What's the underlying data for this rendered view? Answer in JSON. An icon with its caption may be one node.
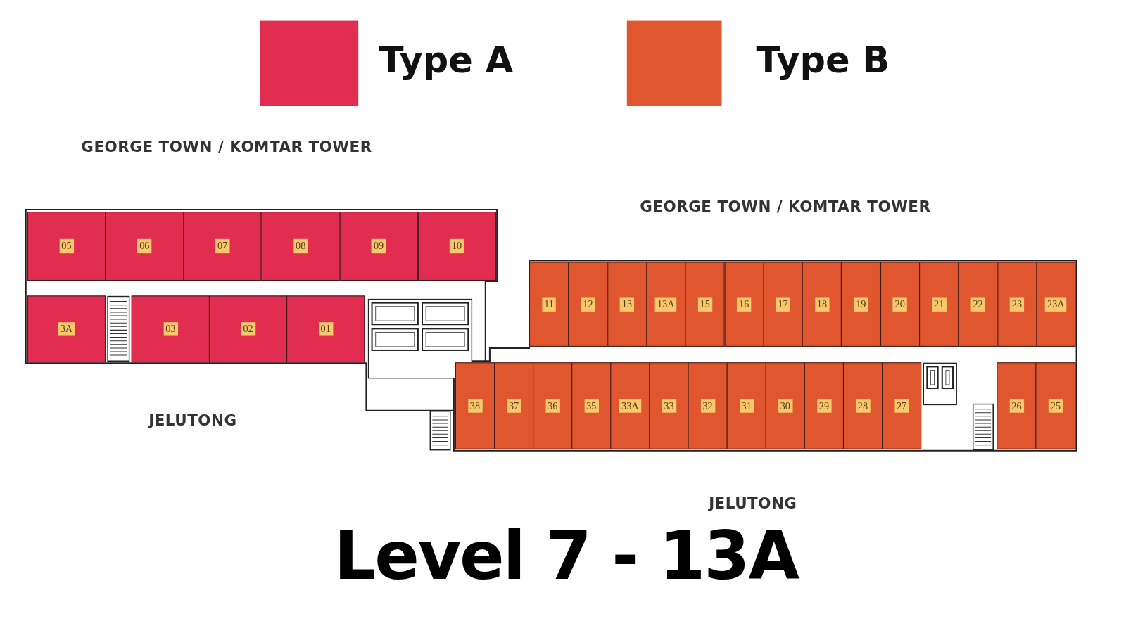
{
  "diagram": {
    "title": "Level 7 - 13A",
    "nodes": [
      {
        "text": [
          "05"
        ]
      },
      {
        "text": [
          "06"
        ]
      },
      {
        "text": [
          "07"
        ]
      },
      {
        "text": [
          "08"
        ]
      },
      {
        "text": [
          "09"
        ]
      },
      {
        "text": [
          "10"
        ]
      },
      {
        "text": [
          "3A"
        ]
      },
      {
        "text": [
          "03"
        ]
      },
      {
        "text": [
          "02"
        ]
      },
      {
        "text": [
          "01"
        ]
      },
      {
        "text": [
          "11"
        ]
      },
      {
        "text": [
          "12"
        ]
      },
      {
        "text": [
          "13"
        ]
      },
      {
        "text": [
          "13A"
        ]
      },
      {
        "text": [
          "15"
        ]
      },
      {
        "text": [
          "16"
        ]
      },
      {
        "text": [
          "17"
        ]
      },
      {
        "text": [
          "18"
        ]
      },
      {
        "text": [
          "19"
        ]
      },
      {
        "text": [
          "20"
        ]
      },
      {
        "text": [
          "21"
        ]
      },
      {
        "text": [
          "22"
        ]
      },
      {
        "text": [
          "23"
        ]
      },
      {
        "text": [
          "23A"
        ]
      },
      {
        "text": [
          "38"
        ]
      },
      {
        "text": [
          "37"
        ]
      },
      {
        "text": [
          "36"
        ]
      },
      {
        "text": [
          "35"
        ]
      },
      {
        "text": [
          "33A"
        ]
      },
      {
        "text": [
          "33"
        ]
      },
      {
        "text": [
          "32"
        ]
      },
      {
        "text": [
          "31"
        ]
      },
      {
        "text": [
          "30"
        ]
      },
      {
        "text": [
          "29"
        ]
      },
      {
        "text": [
          "28"
        ]
      },
      {
        "text": [
          "27"
        ]
      },
      {
        "text": [
          "26"
        ]
      },
      {
        "text": [
          "25"
        ]
      }
    ],
    "labels": [
      "GEORGE TOWN / KOMTAR TOWER",
      "GEORGE TOWN / KOMTAR TOWER",
      "JELUTONG",
      "JELUTONG"
    ],
    "legend": [
      {
        "text": "Type A",
        "color": "#e02d50"
      },
      {
        "text": "Type B",
        "color": "#e0562e"
      }
    ]
  }
}
